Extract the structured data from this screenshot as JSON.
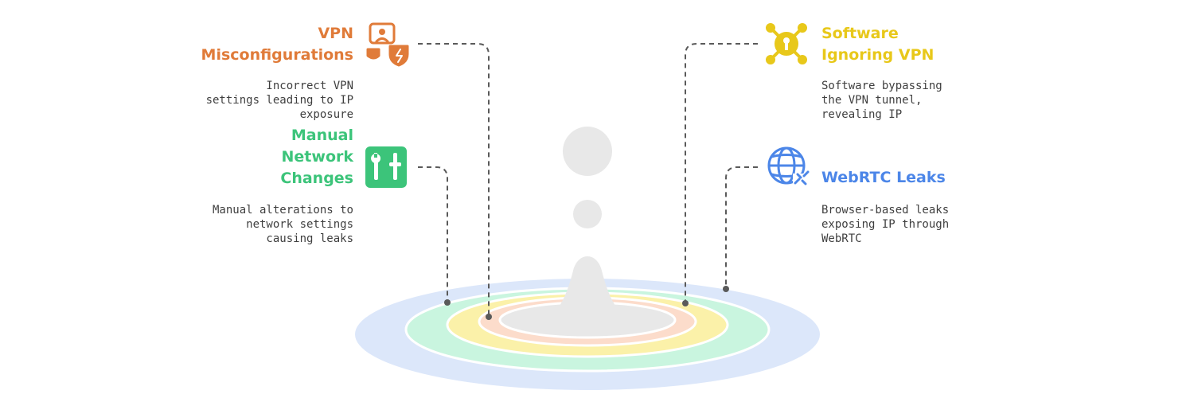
{
  "items": [
    {
      "title": "VPN\nMisconfigurations",
      "description": "Incorrect VPN\nsettings leading to IP\nexposure",
      "color": "#E07B39",
      "icon": "user-shield-alert-icon"
    },
    {
      "title": "Manual\nNetwork\nChanges",
      "description": "Manual alterations to\nnetwork settings\ncausing leaks",
      "color": "#3CC47A",
      "icon": "tools-icon"
    },
    {
      "title": "Software\nIgnoring VPN",
      "description": "Software bypassing\nthe VPN tunnel,\nrevealing IP",
      "color": "#E8C81A",
      "icon": "bug-icon"
    },
    {
      "title": "WebRTC Leaks",
      "description": "Browser-based leaks\nexposing IP through\nWebRTC",
      "color": "#4C86E8",
      "icon": "globe-broken-link-icon"
    }
  ],
  "rings": {
    "outer": "#DCE7FA",
    "second": "#C9F5DF",
    "third": "#FBF1A9",
    "inner": "#FCDCCB",
    "center": "#E8E8E8"
  },
  "connector_color": "#5A5A5A"
}
